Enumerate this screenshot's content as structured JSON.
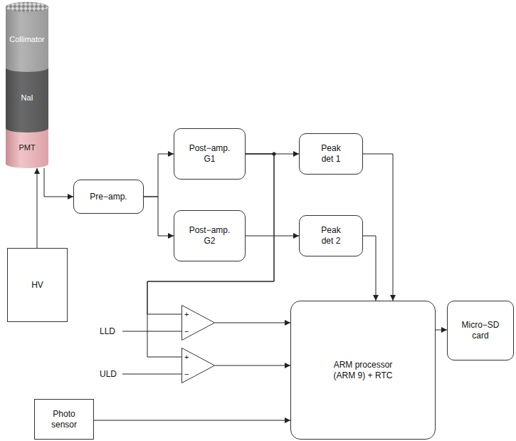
{
  "diagram": {
    "nodes": [
      {
        "text": [
          "Collimator"
        ]
      },
      {
        "text": [
          "NaI"
        ]
      },
      {
        "text": [
          "PMT"
        ]
      },
      {
        "text": [
          "Post−amp. G1"
        ]
      },
      {
        "text": [
          "Peak det 1"
        ]
      },
      {
        "text": [
          "Pre−amp."
        ]
      },
      {
        "text": [
          "Post−amp. G2"
        ]
      },
      {
        "text": [
          "Peak det 2"
        ]
      },
      {
        "text": [
          "HV"
        ]
      },
      {
        "text": [
          "+",
          "−"
        ]
      },
      {
        "text": [
          "+",
          "−"
        ]
      },
      {
        "text": [
          "ARM processor (ARM 9) + RTC"
        ]
      },
      {
        "text": [
          "Micro−SD card"
        ]
      },
      {
        "text": [
          "Photo sensor"
        ]
      }
    ],
    "edges": [
      {
        "from": 8,
        "to": 2,
        "arrow": "to"
      },
      {
        "from": 2,
        "to": 5,
        "arrow": "to"
      },
      {
        "from": 5,
        "to": 3,
        "arrow": "to"
      },
      {
        "from": 5,
        "to": 6,
        "arrow": "to"
      },
      {
        "from": 3,
        "to": 4,
        "arrow": "to"
      },
      {
        "from": 6,
        "to": 7,
        "arrow": "to"
      },
      {
        "from": 4,
        "to": 11,
        "arrow": "to"
      },
      {
        "from": 7,
        "to": 11,
        "arrow": "to"
      },
      {
        "from": 3,
        "to": 9,
        "arrow": "none"
      },
      {
        "from": 3,
        "to": 10,
        "arrow": "none"
      },
      {
        "from": 9,
        "to": 11,
        "arrow": "to"
      },
      {
        "from": 10,
        "to": 11,
        "arrow": "to"
      },
      {
        "from": 13,
        "to": 11,
        "arrow": "to"
      },
      {
        "from": 11,
        "to": 12,
        "arrow": "to"
      }
    ],
    "labels": [
      "LLD",
      "ULD"
    ]
  }
}
